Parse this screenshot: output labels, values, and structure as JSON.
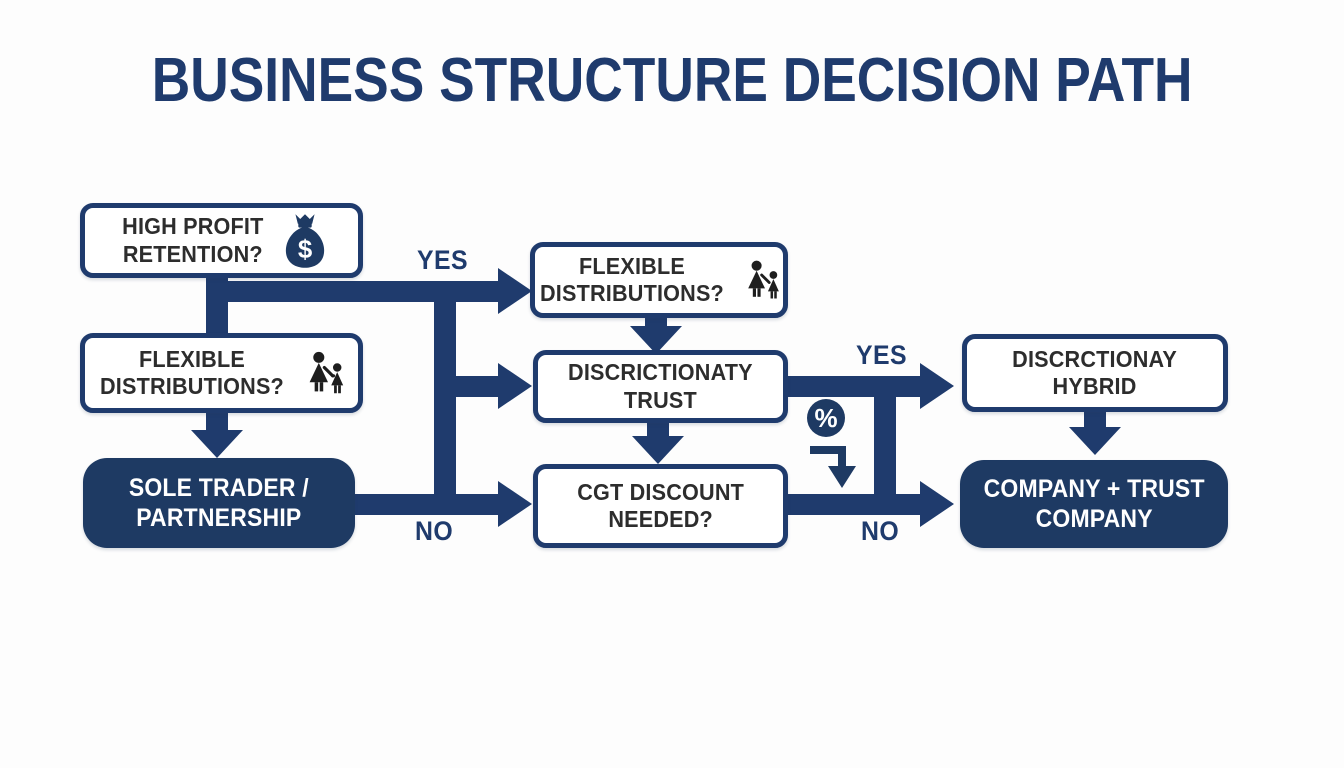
{
  "title": "BUSINESS STRUCTURE DECISION PATH",
  "colors": {
    "navy": "#1f3b6d",
    "dark_fill": "#1e3a63",
    "ink": "#2d2d2d",
    "bg": "#fdfdfd"
  },
  "nodes": {
    "high_profit": {
      "line1": "HIGH PROFIT",
      "line2": "RETENTION?",
      "icon": "money-bag-icon"
    },
    "flexible_left": {
      "line1": "FLEXIBLE",
      "line2": "DISTRIBUTIONS?",
      "icon": "family-icon"
    },
    "sole_trader": {
      "line1": "SOLE TRADER /",
      "line2": "PARTNERSHIP"
    },
    "flexible_mid": {
      "line1": "FLEXIBLE",
      "line2": "DISTRIBUTIONS?",
      "icon": "family-icon"
    },
    "trust": {
      "line1": "DISCRICTIONATY",
      "line2": "TRUST"
    },
    "cgt": {
      "line1": "CGT DISCOUNT",
      "line2": "NEEDED?"
    },
    "hybrid": {
      "line1": "DISCRCTIONAY",
      "line2": "HYBRID"
    },
    "company": {
      "line1": "COMPANY + TRUST",
      "line2": "COMPANY"
    }
  },
  "edges": {
    "yes_top": "YES",
    "no_left": "NO",
    "yes_right": "YES",
    "no_right": "NO"
  },
  "icons": {
    "money_bag_symbol": "$",
    "percent_symbol": "%"
  }
}
